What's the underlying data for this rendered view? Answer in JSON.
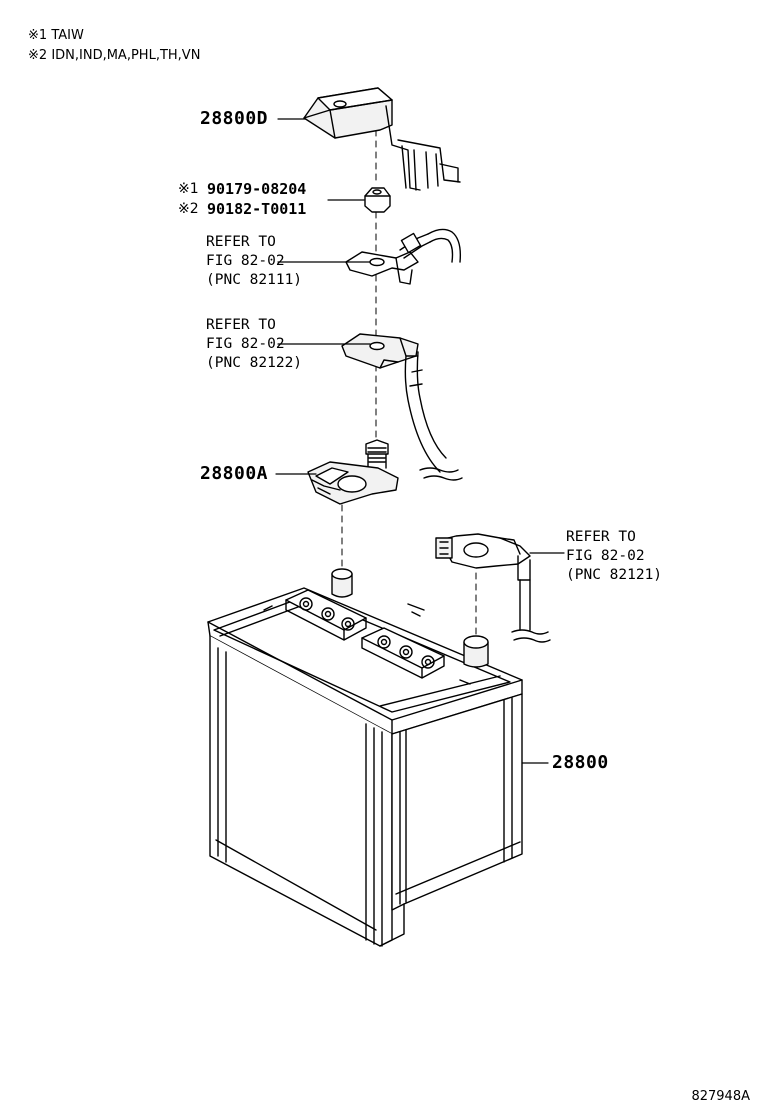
{
  "notes": [
    {
      "mark": "※1",
      "text": "TAIW"
    },
    {
      "mark": "※2",
      "text": "IDN,IND,MA,PHL,TH,VN"
    }
  ],
  "parts": {
    "cover": "28800D",
    "nut_1_mark": "※1",
    "nut_1": "90179-08204",
    "nut_2_mark": "※2",
    "nut_2": "90182-T0011",
    "clamp": "28800A",
    "battery": "28800"
  },
  "refs": [
    {
      "line1": "REFER TO",
      "line2": "FIG 82-02",
      "line3": "(PNC 82111)"
    },
    {
      "line1": "REFER TO",
      "line2": "FIG 82-02",
      "line3": "(PNC 82122)"
    },
    {
      "line1": "REFER TO",
      "line2": "FIG 82-02",
      "line3": "(PNC 82121)"
    }
  ],
  "figure_id": "827948A"
}
